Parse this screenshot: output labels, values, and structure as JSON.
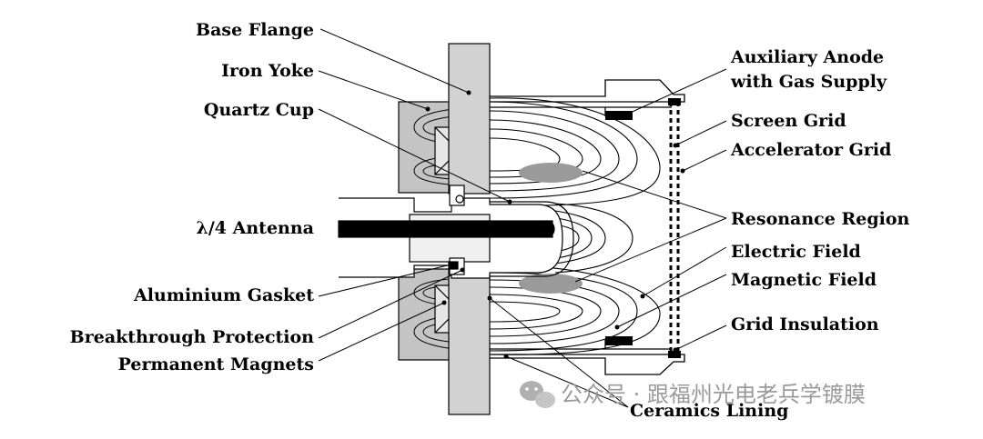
{
  "labels": {
    "base_flange": "Base Flange",
    "iron_yoke": "Iron Yoke",
    "quartz_cup": "Quartz Cup",
    "antenna": "λ/4 Antenna",
    "aluminium_gasket": "Aluminium Gasket",
    "breakthrough_protection": "Breakthrough Protection",
    "permanent_magnets": "Permanent Magnets",
    "auxiliary_anode_line1": "Auxiliary Anode",
    "auxiliary_anode_line2": "with Gas Supply",
    "screen_grid": "Screen Grid",
    "accelerator_grid": "Accelerator Grid",
    "resonance_region": "Resonance Region",
    "electric_field": "Electric Field",
    "magnetic_field": "Magnetic Field",
    "grid_insulation": "Grid Insulation",
    "ceramics_lining": "Ceramics Lining"
  },
  "watermark": {
    "text": "公众号 · 跟福州光电老兵学镀膜",
    "icon": "wechat-icon"
  },
  "colors": {
    "flange_fill": "#d2d2d2",
    "yoke_fill": "#c4c4c4",
    "resonance_fill": "#9a9a9a",
    "line": "#000000",
    "watermark": "#9a9a9a"
  }
}
